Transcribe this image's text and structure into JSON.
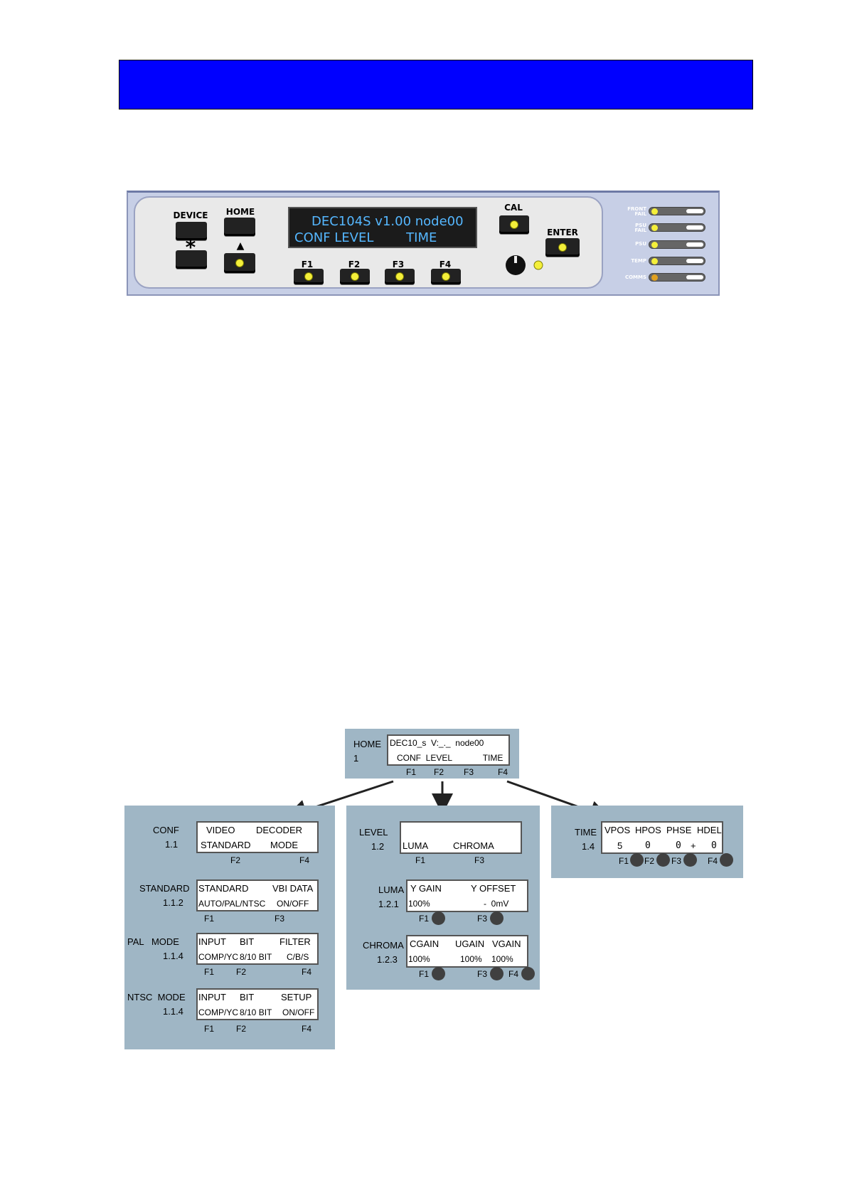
{
  "front_panel": {
    "device_label": "DEVICE",
    "star_label": "*",
    "home_label": "HOME",
    "up_label": "▲",
    "lcd_line1": "DEC104S v1.00 node00",
    "lcd_line2": "CONF LEVEL        TIME",
    "fkeys": [
      "F1",
      "F2",
      "F3",
      "F4"
    ],
    "cal_label": "CAL",
    "enter_label": "ENTER",
    "status": [
      {
        "line1": "FRONT",
        "line2": "FAIL"
      },
      {
        "line1": "PSU",
        "line2": "FAIL"
      },
      {
        "line1": "PSU",
        "line2": ""
      },
      {
        "line1": "TEMP",
        "line2": ""
      },
      {
        "line1": "COMMS",
        "line2": ""
      }
    ]
  },
  "menu": {
    "home": {
      "label": "HOME",
      "num": "1",
      "line1": "DEC10_s  V:_._  node00",
      "line2": "CONF  LEVEL             TIME",
      "keys": [
        "F1",
        "F2",
        "F3",
        "F4"
      ]
    },
    "conf": {
      "label": "CONF",
      "num": "1.1",
      "line1": "VIDEO",
      "line1b": "DECODER",
      "line2": "STANDARD",
      "line2b": "MODE",
      "keys": [
        "F2",
        "F4"
      ]
    },
    "standard": {
      "label": "STANDARD",
      "num": "1.1.2",
      "line1": "STANDARD",
      "line1b": "VBI DATA",
      "line2": "AUTO/PAL/NTSC",
      "line2b": "ON/OFF",
      "keys": [
        "F1",
        "F3"
      ]
    },
    "pal": {
      "label": "PAL   MODE",
      "num": "1.1.4",
      "c1": "INPUT",
      "c2": "BIT",
      "c3": "FILTER",
      "d1": "COMP/YC",
      "d2": "8/10 BIT",
      "d3": "C/B/S",
      "keys": [
        "F1",
        "F2",
        "F4"
      ]
    },
    "ntsc": {
      "label": "NTSC  MODE",
      "num": "1.1.4",
      "c1": "INPUT",
      "c2": "BIT",
      "c3": "SETUP",
      "d1": "COMP/YC",
      "d2": "8/10 BIT",
      "d3": "ON/OFF",
      "keys": [
        "F1",
        "F2",
        "F4"
      ]
    },
    "level": {
      "label": "LEVEL",
      "num": "1.2",
      "line2": "LUMA",
      "line2b": "CHROMA",
      "keys": [
        "F1",
        "F3"
      ]
    },
    "luma": {
      "label": "LUMA",
      "num": "1.2.1",
      "line1": "Y GAIN",
      "line1b": "Y OFFSET",
      "line2": "100%",
      "line2b": "-  0mV",
      "keys": [
        "F1",
        "F3"
      ]
    },
    "chroma": {
      "label": "CHROMA",
      "num": "1.2.3",
      "c1": "CGAIN",
      "c2": "UGAIN",
      "c3": "VGAIN",
      "d1": "100%",
      "d2": "100%",
      "d3": "100%",
      "keys": [
        "F1",
        "F3",
        "F4"
      ]
    },
    "time": {
      "label": "TIME",
      "num": "1.4",
      "h": [
        "VPOS",
        "HPOS",
        "PHSE",
        "HDEL"
      ],
      "v": [
        "5",
        "0",
        "0",
        "+",
        "0"
      ],
      "keys": [
        "F1",
        "F2",
        "F3",
        "F4"
      ]
    }
  },
  "colors": {
    "header": "#0000ff",
    "lcd_text": "#55b7ff",
    "menu_bg": "#9fb6c5",
    "led": "#f4ef3a"
  }
}
